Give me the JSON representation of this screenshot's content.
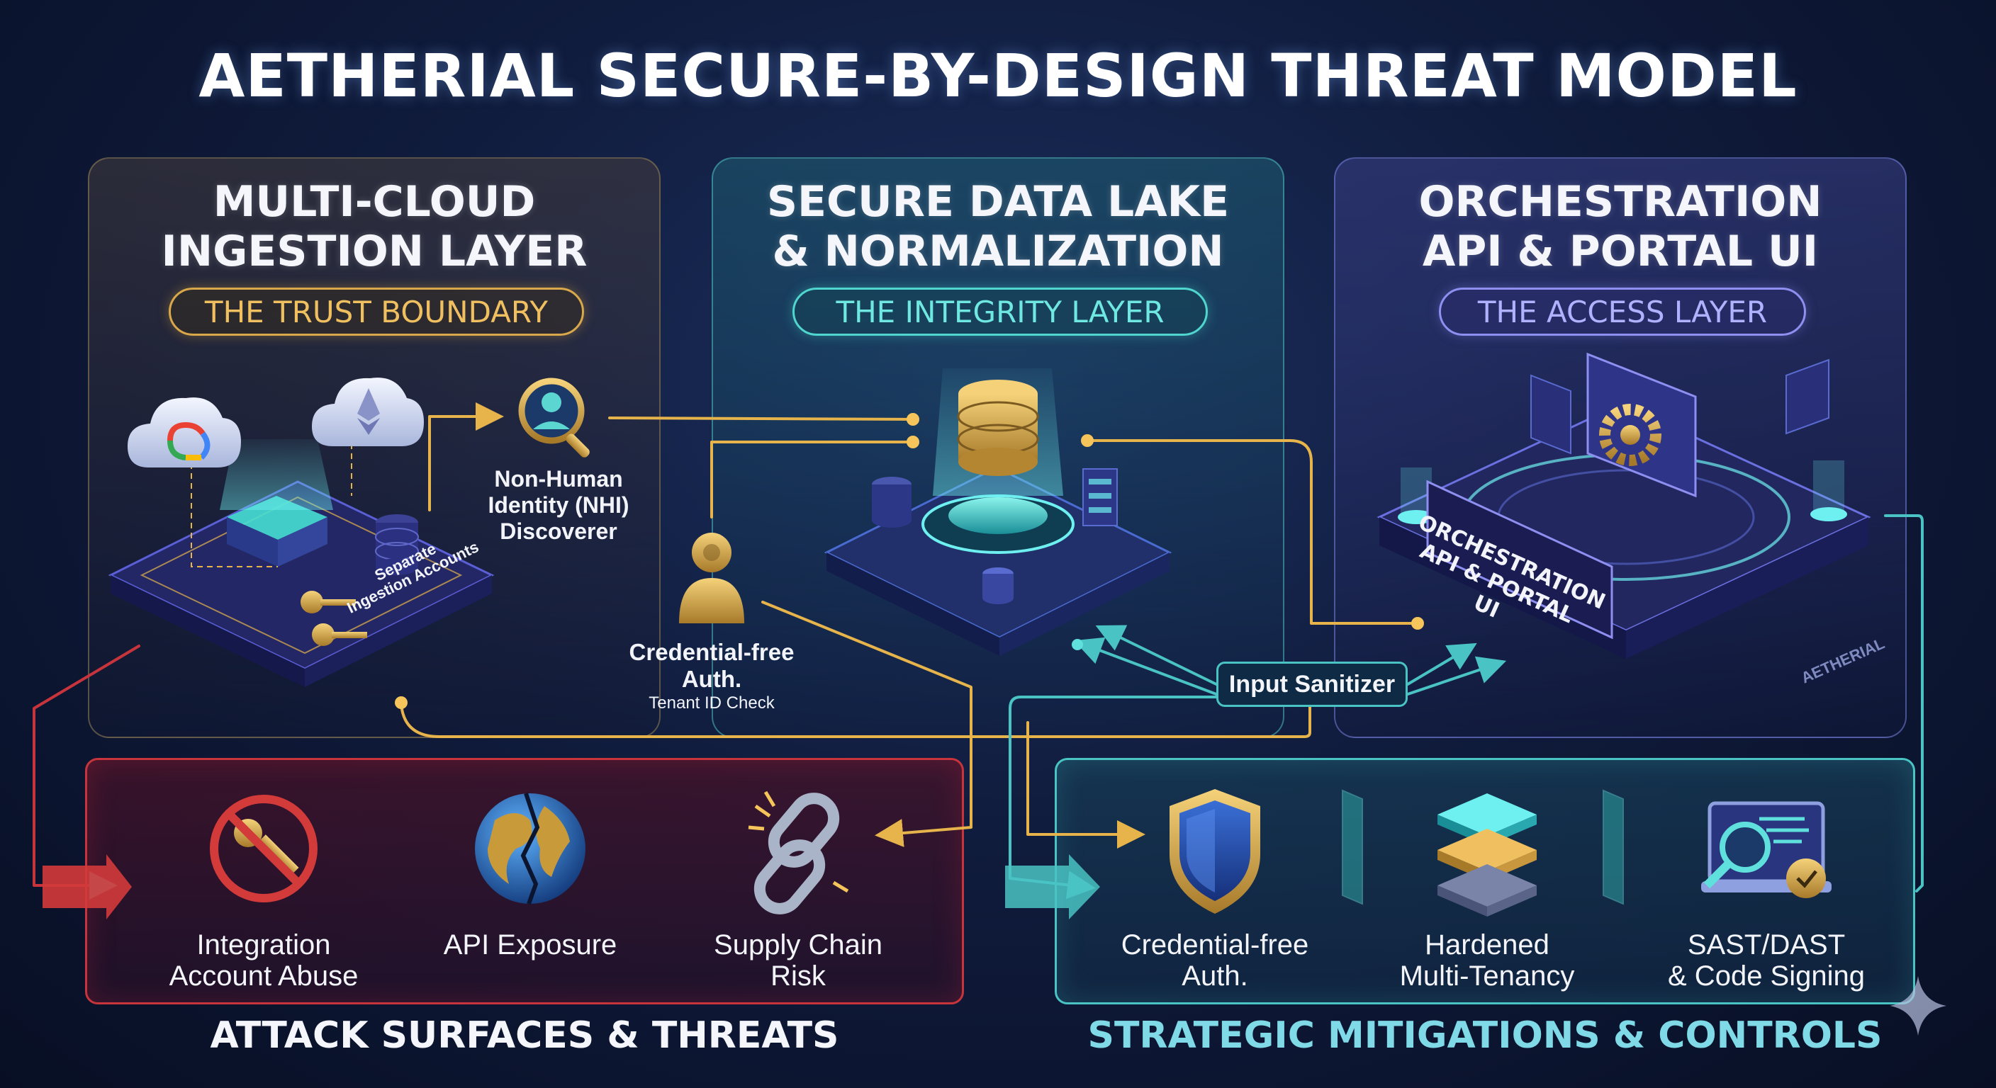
{
  "title": "AETHERIAL SECURE-BY-DESIGN THREAT MODEL",
  "panels": [
    {
      "title_line1": "MULTI-CLOUD",
      "title_line2": "INGESTION LAYER",
      "badge": "THE TRUST BOUNDARY"
    },
    {
      "title_line1": "SECURE DATA LAKE",
      "title_line2": "& NORMALIZATION",
      "badge": "THE INTEGRITY LAYER"
    },
    {
      "title_line1": "ORCHESTRATION",
      "title_line2": "API & PORTAL UI",
      "badge": "THE ACCESS LAYER"
    }
  ],
  "ingestion": {
    "platform_label_line1": "Separate",
    "platform_label_line2": "Ingestion Accounts",
    "nhi_line1": "Non-Human",
    "nhi_line2": "Identity (NHI)",
    "nhi_line3": "Discoverer"
  },
  "lake": {
    "cred_line1": "Credential-free",
    "cred_line2": "Auth.",
    "cred_sub": "Tenant ID Check"
  },
  "api": {
    "sign_line1": "ORCHESTRATION",
    "sign_line2": "API & PORTAL UI",
    "brand": "AETHERIAL"
  },
  "sanitizer": "Input Sanitizer",
  "threats": {
    "title": "ATTACK SURFACES & THREATS",
    "items": [
      {
        "line1": "Integration",
        "line2": "Account Abuse",
        "icon": "no-key-icon"
      },
      {
        "line1": "API Exposure",
        "line2": "",
        "icon": "broken-globe-icon"
      },
      {
        "line1": "Supply Chain",
        "line2": "Risk",
        "icon": "broken-chain-icon"
      }
    ]
  },
  "mitigations": {
    "title": "STRATEGIC MITIGATIONS & CONTROLS",
    "items": [
      {
        "line1": "Credential-free",
        "line2": "Auth.",
        "icon": "shield-icon"
      },
      {
        "line1": "Hardened",
        "line2": "Multi-Tenancy",
        "icon": "layers-icon"
      },
      {
        "line1": "SAST/DAST",
        "line2": "& Code Signing",
        "icon": "code-scan-icon"
      }
    ]
  },
  "colors": {
    "gold": "#e6b44a",
    "teal": "#49c3c3",
    "threat_red": "#c8343c",
    "access_purple": "#8e8ff0"
  }
}
